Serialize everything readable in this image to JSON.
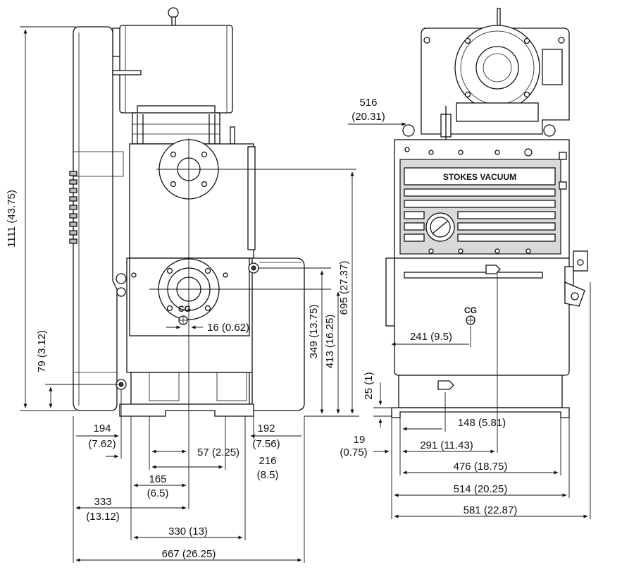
{
  "labels": {
    "cg_side": "CG",
    "cg_front": "CG",
    "brand_plate": "STOKES VACUUM"
  },
  "dimensions": {
    "d1111": "1111 (43.75)",
    "d79": "79 (3.12)",
    "d16": "16 (0.62)",
    "d349": "349 (13.75)",
    "d413": "413 (16.25)",
    "d695": "695 (27.37)",
    "d194_a": "194",
    "d194_b": "(7.62)",
    "d192_a": "192",
    "d192_b": "(7.56)",
    "d57": "57 (2.25)",
    "d216_a": "216",
    "d216_b": "(8.5)",
    "d165_a": "165",
    "d165_b": "(6.5)",
    "d333_a": "333",
    "d333_b": "(13.12)",
    "d330": "330 (13)",
    "d667": "667 (26.25)",
    "d516_a": "516",
    "d516_b": "(20.31)",
    "d241": "241 (9.5)",
    "d25": "25 (1)",
    "d148": "148 (5.81)",
    "d19_a": "19",
    "d19_b": "(0.75)",
    "d291": "291 (11.43)",
    "d476": "476 (18.75)",
    "d514": "514 (20.25)",
    "d581": "581 (22.87)"
  },
  "colors": {
    "line": "#111111",
    "panel_fill": "#bdbdbd",
    "background": "#ffffff"
  }
}
